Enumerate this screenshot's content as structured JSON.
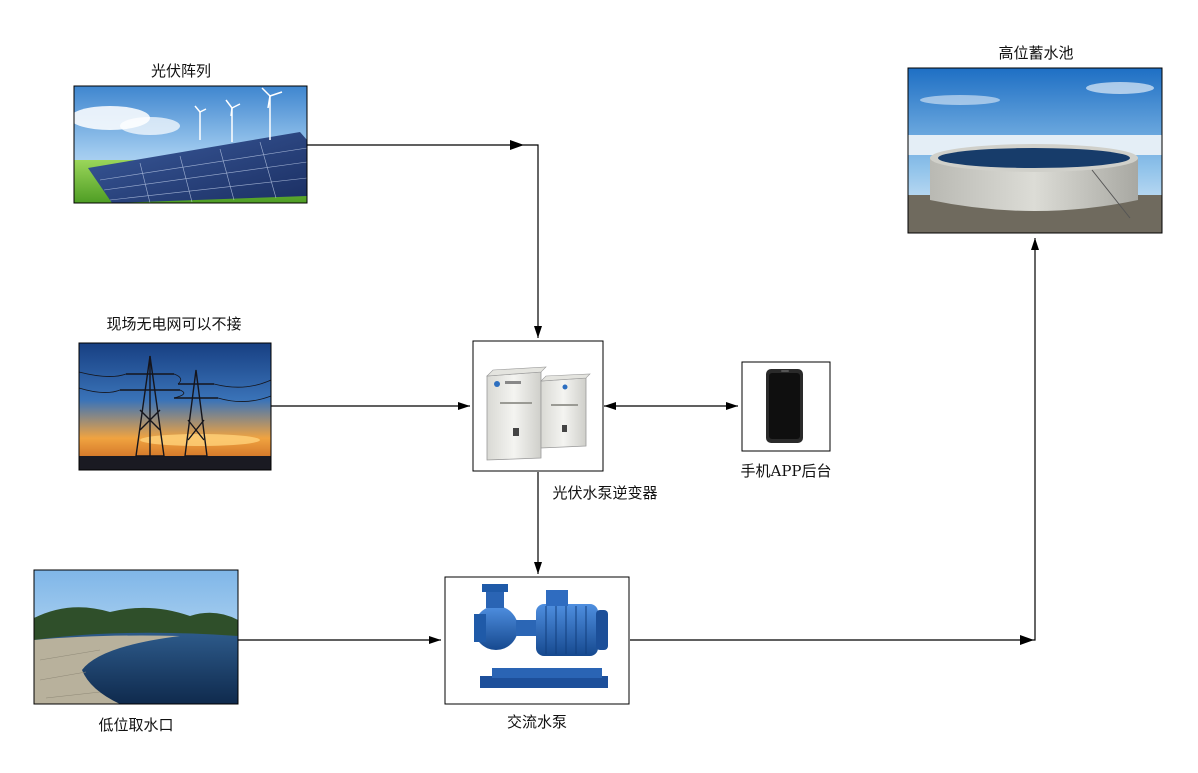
{
  "labels": {
    "pv_array": "光伏阵列",
    "grid": "现场无电网可以不接",
    "inverter": "光伏水泵逆变器",
    "phone": "手机APP后台",
    "low_intake": "低位取水口",
    "ac_pump": "交流水泵",
    "high_tank": "高位蓄水池"
  },
  "icons": {
    "pv_array": "solar-panel-wind-turbine-photo",
    "grid": "power-tower-sunset-photo",
    "inverter": "inverter-cabinet-photo",
    "phone": "smartphone-photo",
    "low_intake": "reservoir-photo",
    "ac_pump": "blue-water-pump-photo",
    "high_tank": "water-storage-tank-photo"
  },
  "colors": {
    "line": "#000000",
    "pump_blue": "#1f63b8",
    "sky": "#5a9ad6",
    "grass": "#6fbf3a",
    "cabinet": "#eeeeea",
    "sunset": "#e7892f",
    "water": "#1b3c66"
  }
}
